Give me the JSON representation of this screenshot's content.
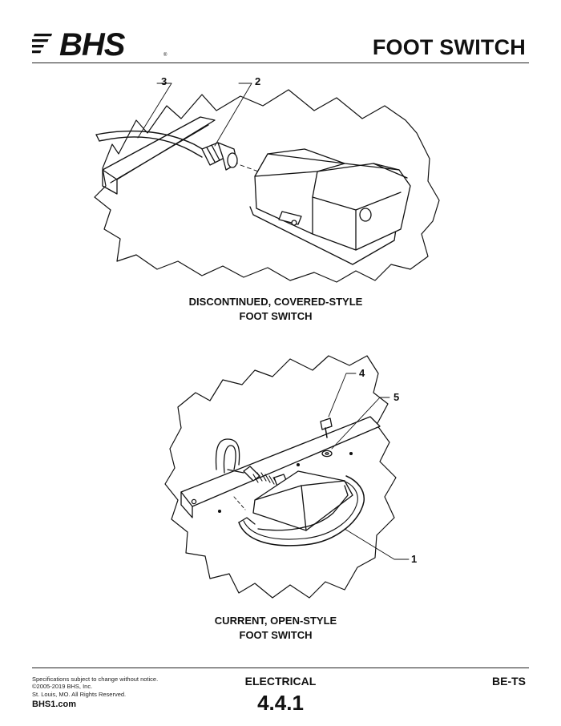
{
  "header": {
    "brand": "BHS",
    "title": "FOOT SWITCH"
  },
  "figure_top": {
    "caption_line1": "DISCONTINUED, COVERED-STYLE",
    "caption_line2": "FOOT SWITCH",
    "callouts": [
      "3",
      "2"
    ]
  },
  "figure_bottom": {
    "caption_line1": "CURRENT, OPEN-STYLE",
    "caption_line2": "FOOT SWITCH",
    "callouts": [
      "4",
      "5",
      "1"
    ]
  },
  "footer": {
    "notes": [
      "Specifications subject to change without notice.",
      "©2005-2019 BHS, Inc.",
      "St. Louis, MO.  All Rights Reserved."
    ],
    "website": "BHS1.com",
    "section": "ELECTRICAL",
    "page_number": "4.4.1",
    "doc_id": "BE-TS"
  }
}
